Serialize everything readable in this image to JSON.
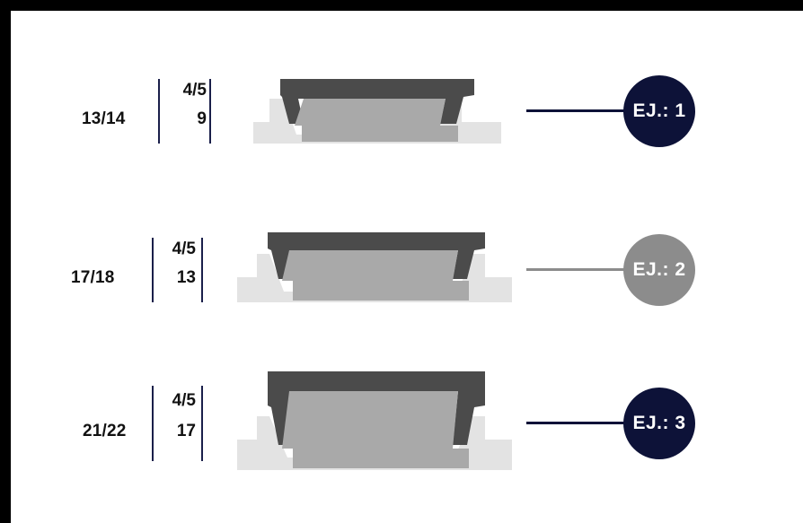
{
  "rows": [
    {
      "size": "13/14",
      "frac_top": "4/5",
      "frac_bottom": "9",
      "badge": "EJ.: 1",
      "color": "#0d1238"
    },
    {
      "size": "17/18",
      "frac_top": "4/5",
      "frac_bottom": "13",
      "badge": "EJ.: 2",
      "color": "#8c8c8c"
    },
    {
      "size": "21/22",
      "frac_top": "4/5",
      "frac_bottom": "17",
      "badge": "EJ.: 3",
      "color": "#0d1238"
    }
  ],
  "colors": {
    "dark_gray": "#4a4a4a",
    "mid_gray": "#a8a8a8",
    "light_gray": "#e2e2e2",
    "navy": "#0d1238",
    "gray_badge": "#8c8c8c"
  }
}
